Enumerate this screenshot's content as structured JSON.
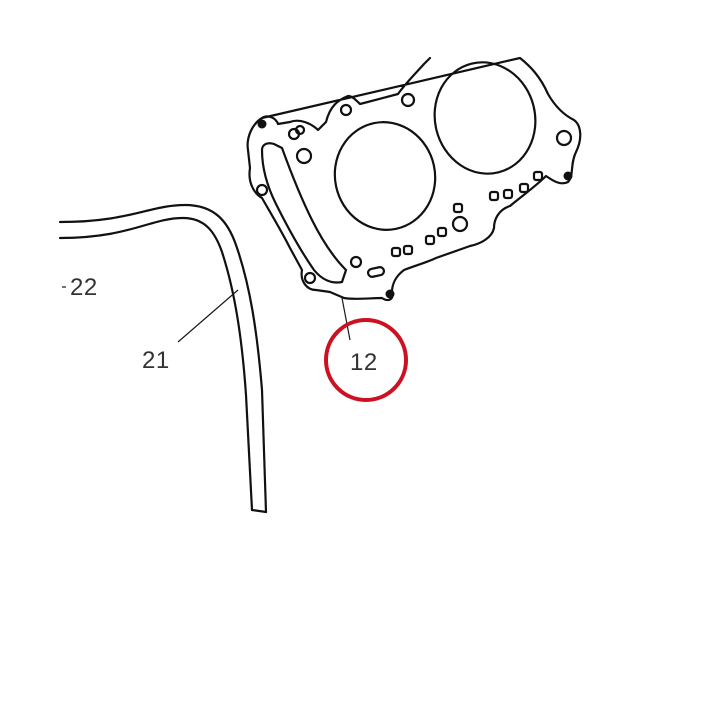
{
  "callouts": {
    "part_22": "22",
    "part_21": "21",
    "part_12": "12"
  },
  "highlight": {
    "target": "12",
    "color": "#cc1122"
  },
  "colors": {
    "line": "#111111",
    "label": "#333333"
  }
}
